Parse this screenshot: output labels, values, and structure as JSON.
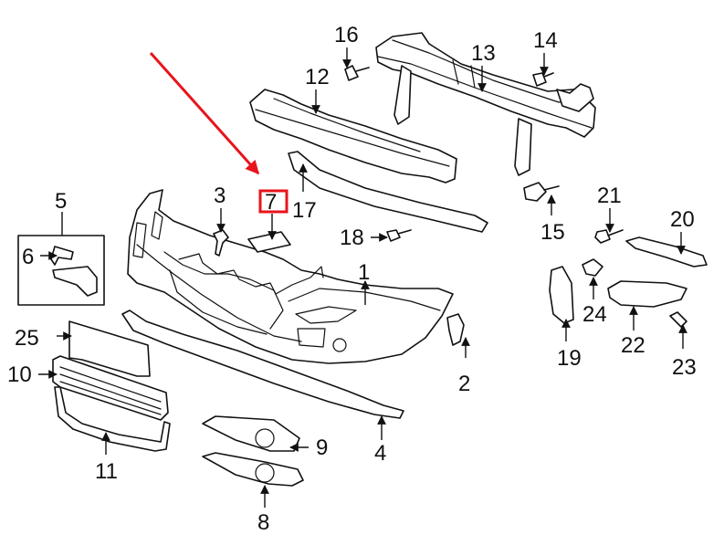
{
  "diagram": {
    "accent_color": "#e8141b",
    "highlighted_callout": "7",
    "callouts": {
      "c1": "1",
      "c2": "2",
      "c3": "3",
      "c4": "4",
      "c5": "5",
      "c6": "6",
      "c7": "7",
      "c8": "8",
      "c9": "9",
      "c10": "10",
      "c11": "11",
      "c12": "12",
      "c13": "13",
      "c14": "14",
      "c15": "15",
      "c16": "16",
      "c17": "17",
      "c18": "18",
      "c19": "19",
      "c20": "20",
      "c21": "21",
      "c22": "22",
      "c23": "23",
      "c24": "24",
      "c25": "25"
    }
  }
}
